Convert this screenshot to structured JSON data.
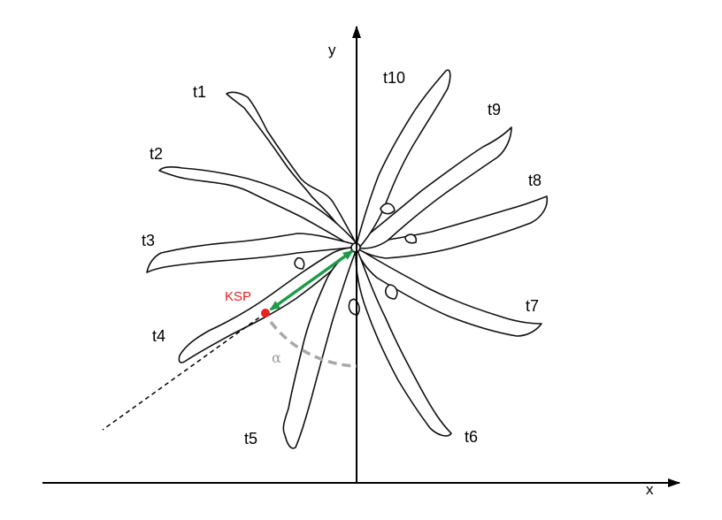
{
  "axes": {
    "x_label": "x",
    "y_label": "y"
  },
  "tentacles": [
    {
      "id": "t1",
      "label": "t1"
    },
    {
      "id": "t2",
      "label": "t2"
    },
    {
      "id": "t3",
      "label": "t3"
    },
    {
      "id": "t4",
      "label": "t4"
    },
    {
      "id": "t5",
      "label": "t5"
    },
    {
      "id": "t6",
      "label": "t6"
    },
    {
      "id": "t7",
      "label": "t7"
    },
    {
      "id": "t8",
      "label": "t8"
    },
    {
      "id": "t9",
      "label": "t9"
    },
    {
      "id": "t10",
      "label": "t10"
    }
  ],
  "annotations": {
    "ksp_label": "KSP",
    "angle_label": "α"
  },
  "colors": {
    "outline": "#111111",
    "axis": "#000000",
    "ksp_point": "#e8211f",
    "ksp_text": "#e8211f",
    "distance_arrow": "#1e9b4a",
    "angle_arc": "#a8a8a8",
    "angle_text": "#9a9a9a"
  }
}
